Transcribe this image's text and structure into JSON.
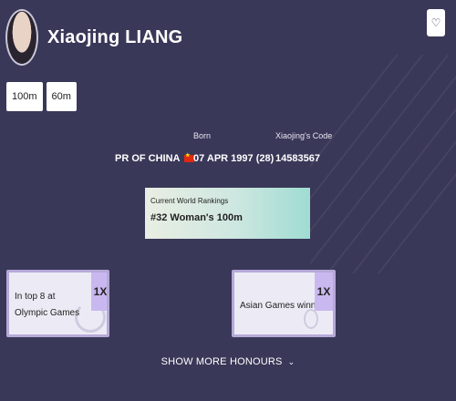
{
  "athlete": {
    "name": "Xiaojing LIANG"
  },
  "icons": {
    "favorite": "heart-icon",
    "flag": "china-flag-icon",
    "chevron": "chevron-down-icon"
  },
  "events": [
    {
      "label": "100m"
    },
    {
      "label": "60m"
    }
  ],
  "info": {
    "country": "PR OF CHINA",
    "born_label": "Born",
    "born_value": "07 APR 1997 (28)",
    "code_label": "Xiaojing's Code",
    "code_value": "14583567"
  },
  "rankings": {
    "label": "Current World Rankings",
    "value": "#32 Woman's 100m"
  },
  "honours": [
    {
      "text": "In top 8 at Olympic Games",
      "count": "1X"
    },
    {
      "text": "Asian Games winner",
      "count": "1X"
    }
  ],
  "show_more": {
    "label": "SHOW MORE HONOURS"
  },
  "colors": {
    "background": "#3a3858",
    "honour_accent": "#c9b8ef",
    "rank_gradient_end": "#9fdcd2"
  }
}
